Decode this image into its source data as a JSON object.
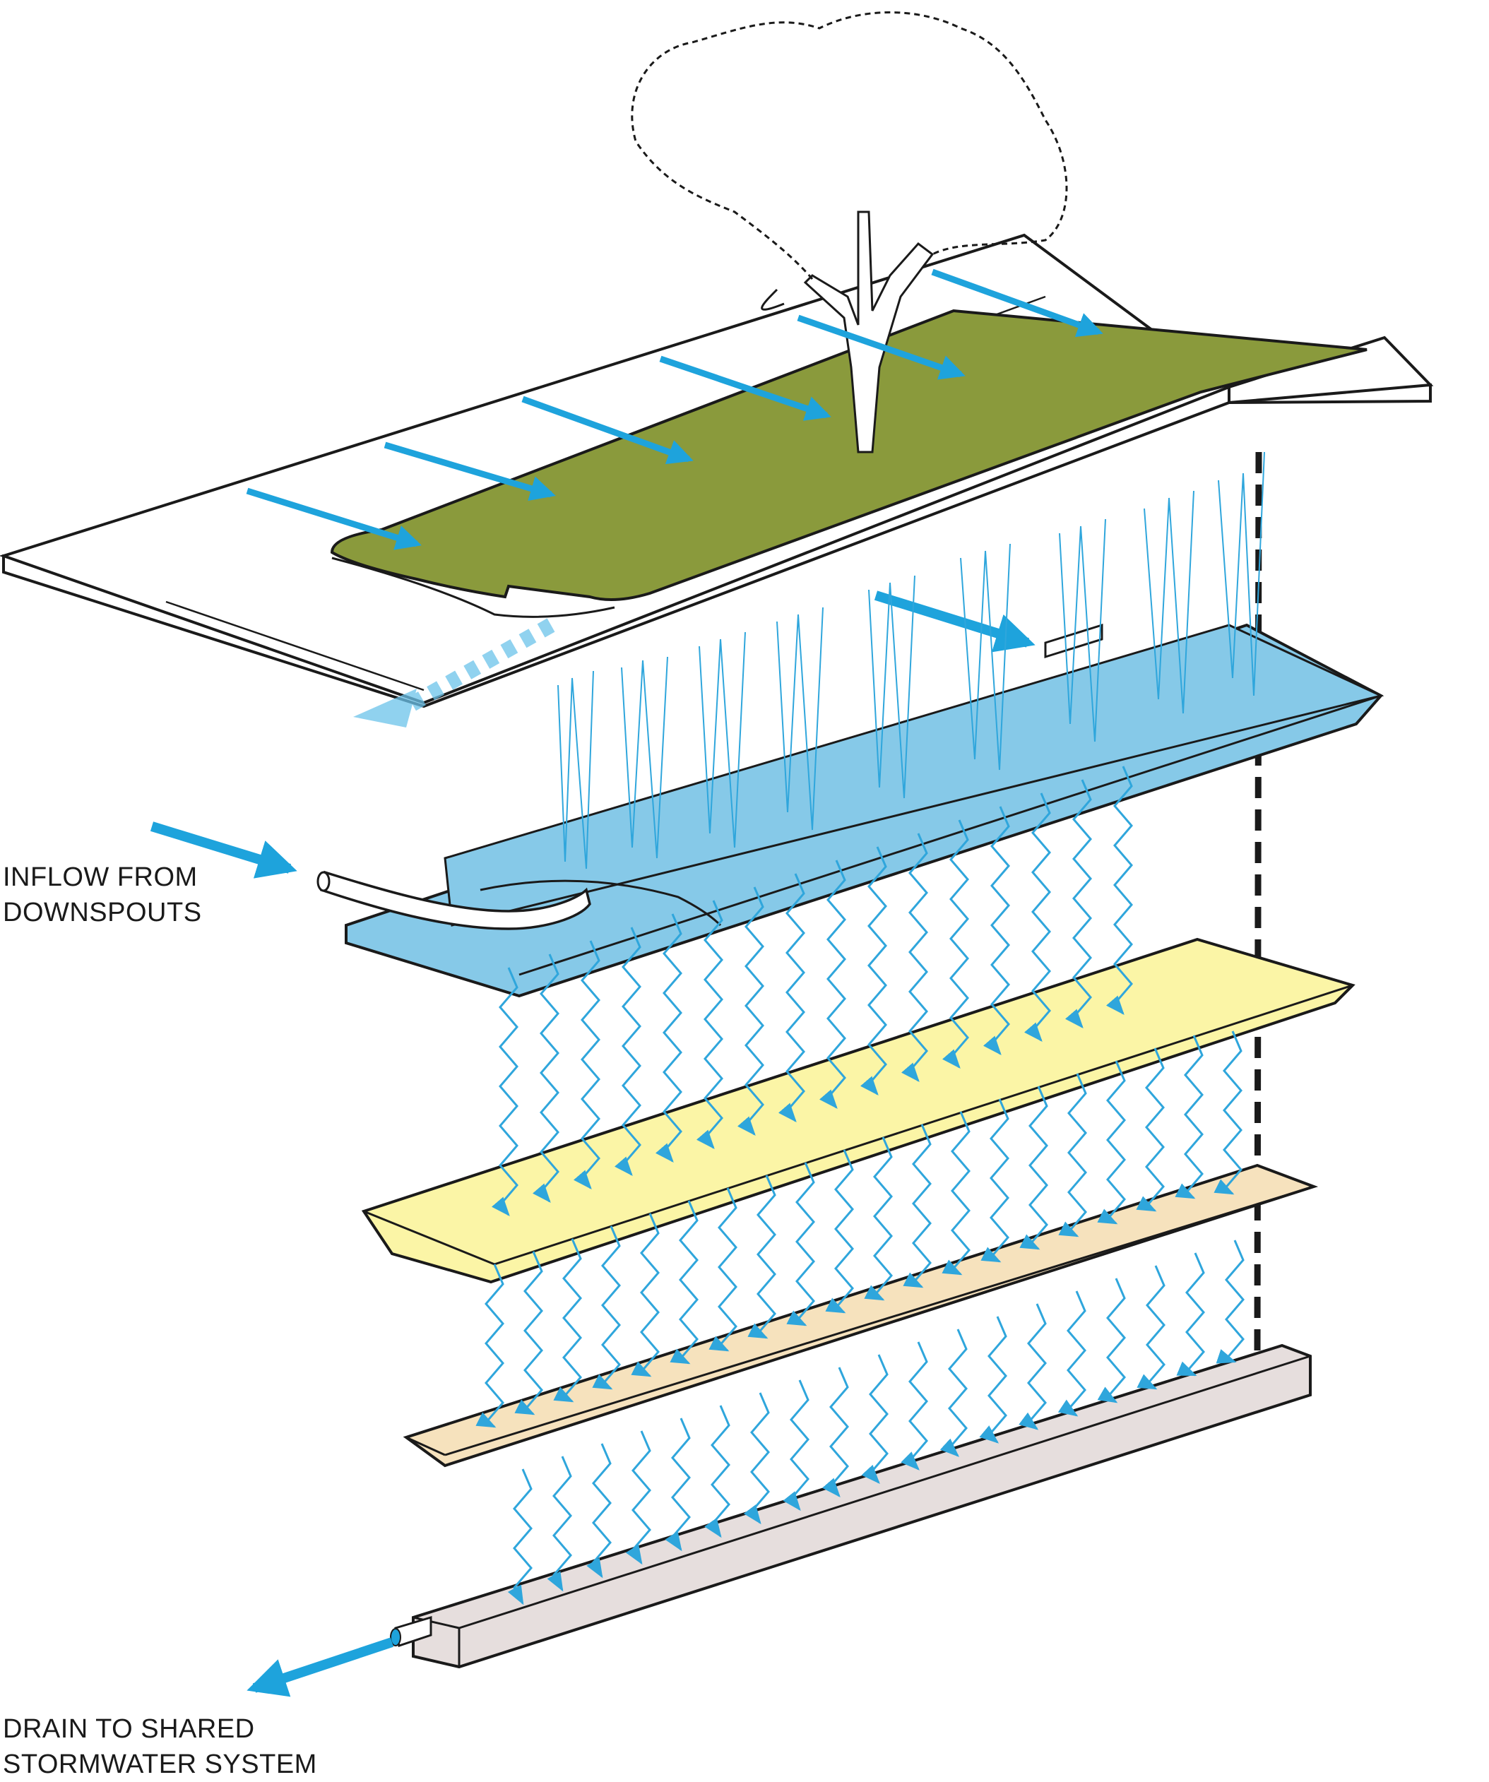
{
  "labels": {
    "inflow": {
      "line1": "INFLOW FROM",
      "line2": "DOWNSPOUTS"
    },
    "drain": {
      "line1": "DRAIN TO SHARED",
      "line2": "STORMWATER SYSTEM"
    }
  },
  "layers": [
    {
      "name": "street-and-planting-surface",
      "color": "#8a9a3c",
      "pavement": "#ffffff"
    },
    {
      "name": "ponding-water-layer",
      "color": "#86c9e8"
    },
    {
      "name": "soil-media-layer",
      "color": "#fbf5a6"
    },
    {
      "name": "gravel-layer",
      "color": "#f6e2bd"
    },
    {
      "name": "underdrain-pipe",
      "color": "#e6dedd"
    }
  ],
  "colors": {
    "arrow": "#1ea3dc",
    "flow_lines": "#2fa6dc",
    "outline": "#1a1a1a"
  }
}
